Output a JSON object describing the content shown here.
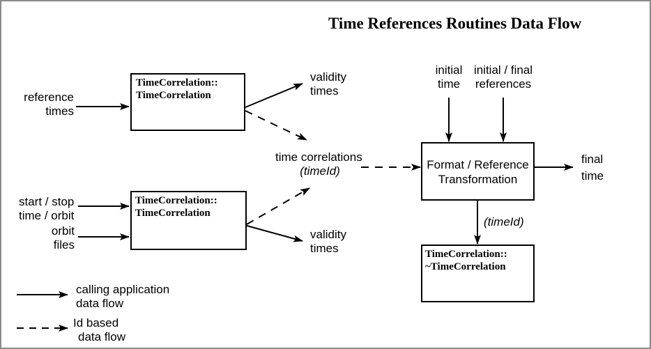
{
  "title": "Time References Routines Data Flow",
  "boxes": {
    "constructor_top": {
      "line1": "TimeCorrelation::",
      "line2": "TimeCorrelation"
    },
    "constructor_bottom": {
      "line1": "TimeCorrelation::",
      "line2": "TimeCorrelation"
    },
    "format": {
      "line1": "Format / Reference",
      "line2": "Transformation"
    },
    "destructor": {
      "line1": "TimeCorrelation::",
      "line2": "~TimeCorrelation"
    }
  },
  "labels": {
    "reference_times": {
      "line1": "reference",
      "line2": "times"
    },
    "validity_times_top": {
      "line1": "validity",
      "line2": "times"
    },
    "validity_times_bottom": {
      "line1": "validity",
      "line2": "times"
    },
    "start_stop": {
      "line1": "start / stop",
      "line2": "time / orbit"
    },
    "orbit_files": {
      "line1": "orbit",
      "line2": "files"
    },
    "time_correlations": {
      "line1": "time correlations",
      "line2": "(timeId)"
    },
    "initial_time": {
      "line1": "initial",
      "line2": "time"
    },
    "initial_final_references": {
      "line1": "initial / final",
      "line2": "references"
    },
    "final_time": {
      "line1": "final",
      "line2": "time"
    },
    "timeid_vertical": "(timeId)"
  },
  "legend": {
    "solid": {
      "line1": "calling application",
      "line2": "data flow"
    },
    "dashed": {
      "line1": "Id based",
      "line2": "data flow"
    }
  },
  "colors": {
    "stroke": "#000000",
    "background": "#ffffff",
    "frame": "#8a8a8a"
  }
}
